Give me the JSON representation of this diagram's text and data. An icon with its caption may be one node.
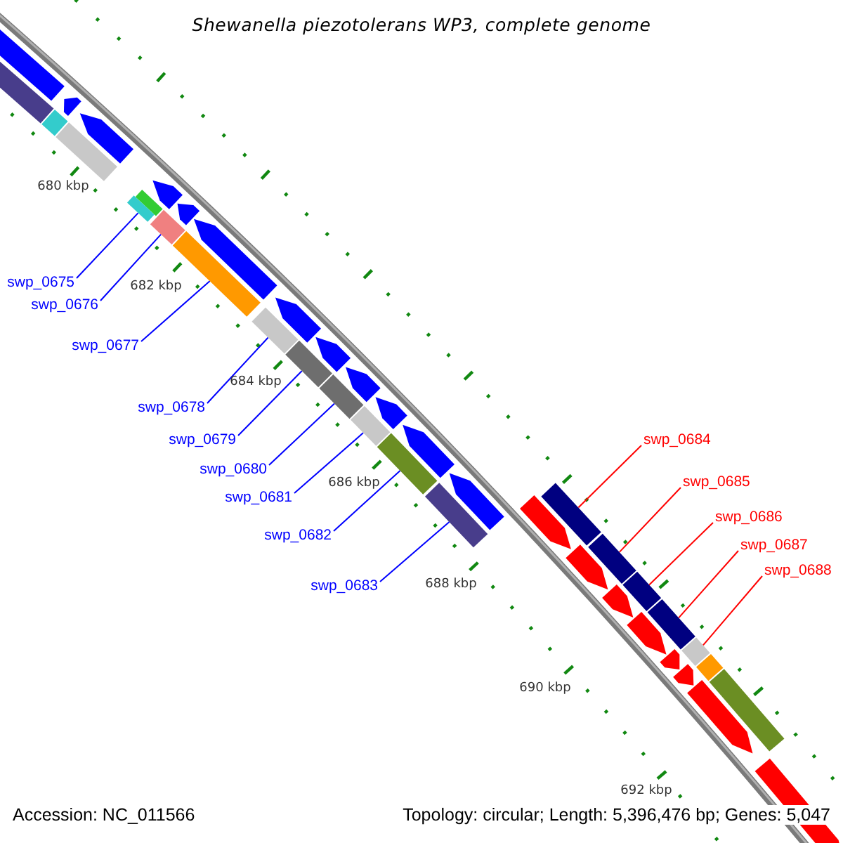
{
  "diagram": {
    "title": "Shewanella piezotolerans WP3, complete genome",
    "nodes": [
      {
        "text": [
          "swp_0675"
        ]
      },
      {
        "text": [
          "swp_0676"
        ]
      },
      {
        "text": [
          "swp_0677"
        ]
      },
      {
        "text": [
          "swp_0678"
        ]
      },
      {
        "text": [
          "swp_0679"
        ]
      },
      {
        "text": [
          "swp_0680"
        ]
      },
      {
        "text": [
          "swp_0681"
        ]
      },
      {
        "text": [
          "swp_0682"
        ]
      },
      {
        "text": [
          "swp_0683"
        ]
      },
      {
        "text": [
          "swp_0684"
        ]
      },
      {
        "text": [
          "swp_0685"
        ]
      },
      {
        "text": [
          "swp_0686"
        ]
      },
      {
        "text": [
          "swp_0687"
        ]
      },
      {
        "text": [
          "swp_0688"
        ]
      },
      {
        "text": [],
        "shape": "bar"
      },
      {
        "text": [],
        "shape": "bar"
      },
      {
        "text": [],
        "shape": "bar"
      },
      {
        "text": [],
        "shape": "bar"
      },
      {
        "text": [],
        "shape": "bar"
      },
      {
        "text": [],
        "shape": "bar"
      },
      {
        "text": [],
        "shape": "bar"
      },
      {
        "text": [],
        "shape": "bar"
      },
      {
        "text": [],
        "shape": "bar"
      },
      {
        "text": [],
        "shape": "bar"
      },
      {
        "text": [],
        "shape": "bar"
      },
      {
        "text": [],
        "shape": "bar"
      },
      {
        "text": [],
        "shape": "bar"
      },
      {
        "text": [],
        "shape": "bar"
      }
    ],
    "edges": [
      {
        "from": 0,
        "to": 14,
        "arrow": "none"
      },
      {
        "from": 1,
        "to": 15,
        "arrow": "none"
      },
      {
        "from": 2,
        "to": 16,
        "arrow": "none"
      },
      {
        "from": 3,
        "to": 17,
        "arrow": "none"
      },
      {
        "from": 4,
        "to": 18,
        "arrow": "none"
      },
      {
        "from": 5,
        "to": 19,
        "arrow": "none"
      },
      {
        "from": 6,
        "to": 20,
        "arrow": "none"
      },
      {
        "from": 7,
        "to": 21,
        "arrow": "none"
      },
      {
        "from": 8,
        "to": 22,
        "arrow": "none"
      },
      {
        "from": 9,
        "to": 23,
        "arrow": "none",
        "color": "#ff0000"
      },
      {
        "from": 10,
        "to": 24,
        "arrow": "none",
        "color": "#ff0000"
      },
      {
        "from": 11,
        "to": 25,
        "arrow": "none",
        "color": "#ff0000"
      },
      {
        "from": 12,
        "to": 26,
        "arrow": "none",
        "color": "#ff0000"
      },
      {
        "from": 13,
        "to": 27,
        "arrow": "none",
        "color": "#ff0000"
      }
    ],
    "labels": [
      "680 kbp",
      "682 kbp",
      "684 kbp",
      "686 kbp",
      "688 kbp",
      "690 kbp",
      "692 kbp",
      "Accession: NC_011566",
      "Topology: circular; Length: 5,396,476 bp; Genes: 5,047"
    ]
  }
}
